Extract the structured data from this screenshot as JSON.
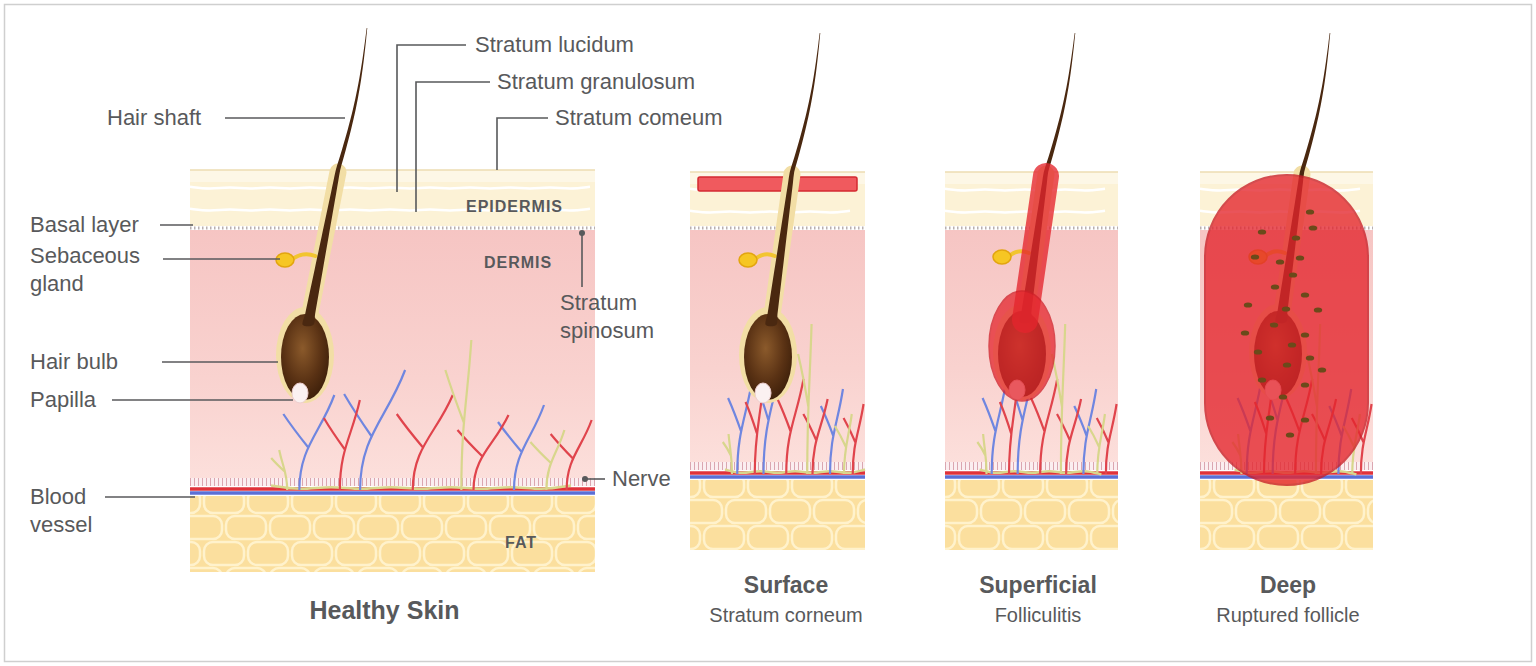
{
  "diagram": {
    "nodes": [
      {
        "text": [
          "Healthy Skin"
        ]
      },
      {
        "text": [
          "EPIDERMIS"
        ],
        "in": 0
      },
      {
        "text": [
          "DERMIS"
        ],
        "in": 0
      },
      {
        "text": [
          "FAT"
        ],
        "in": 0
      },
      {
        "text": [
          "Surface",
          "Stratum corneum"
        ]
      },
      {
        "text": [
          "Superficial",
          "Folliculitis"
        ]
      },
      {
        "text": [
          "Deep",
          "Ruptured follicle"
        ]
      }
    ],
    "labels": [
      "Hair shaft",
      "Stratum lucidum",
      "Stratum granulosum",
      "Stratum comeum",
      "Basal layer",
      "Sebaceous gland",
      "Stratum spinosum",
      "Hair bulb",
      "Papilla",
      "Blood vessel",
      "Nerve"
    ]
  }
}
